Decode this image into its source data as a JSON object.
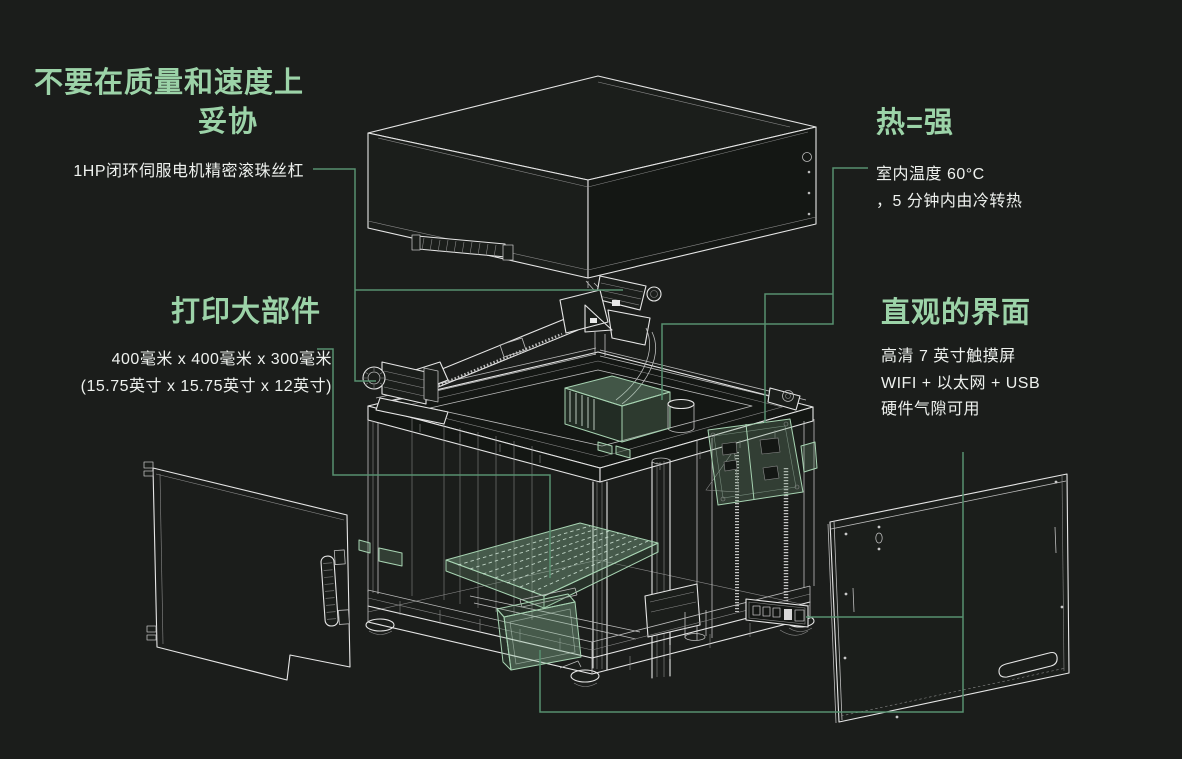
{
  "theme": {
    "background": "#1b1d1b",
    "heading_color": "#9cd3a8",
    "text_color": "#eef1ee",
    "callout_color": "#579070",
    "highlight_color": "#a7d3b2"
  },
  "features": {
    "quality_speed": {
      "heading_line1": "不要在质量和速度上",
      "heading_line2": "妥协",
      "description": "1HP闭环伺服电机精密滚珠丝杠"
    },
    "build_volume": {
      "heading": "打印大部件",
      "description_line1": "400毫米 x 400毫米 x 300毫米",
      "description_line2": "(15.75英寸 x 15.75英寸 x 12英寸)"
    },
    "heat": {
      "heading": "热=强",
      "description_line1": "室内温度 60°C",
      "description_line2": "，5 分钟内由冷转热"
    },
    "interface": {
      "heading": "直观的界面",
      "description_line1": "高清 7 英寸触摸屏",
      "description_line2": "WIFI + 以太网 + USB",
      "description_line3": "硬件气隙可用"
    }
  }
}
